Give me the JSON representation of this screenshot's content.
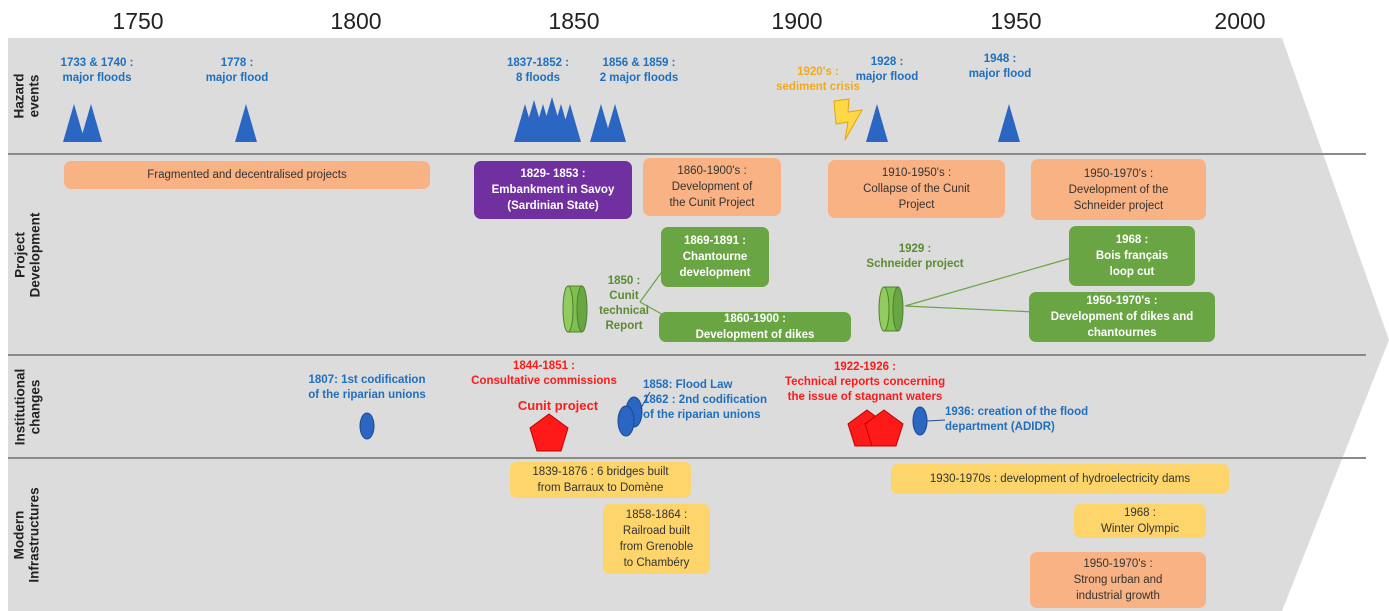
{
  "years": [
    "1750",
    "1800",
    "1850",
    "1900",
    "1950",
    "2000"
  ],
  "lanes": {
    "hazard": "Hazard\nevents",
    "project": "Project\nDevelopment",
    "institutional": "Institutional\nchanges",
    "infrastructure": "Modern\nInfrastructures"
  },
  "hazard_events": {
    "h1733": "1733 & 1740 :\nmajor floods",
    "h1778": "1778 :\nmajor flood",
    "h1837": "1837-1852 :\n8 floods",
    "h1856": "1856 & 1859 :\n2 major floods",
    "h1920": "1920's :\nsediment crisis",
    "h1928": "1928 :\nmajor flood",
    "h1948": "1948 :\nmajor flood"
  },
  "projects": {
    "fragmented": "Fragmented  and decentralised projects",
    "embankment": "1829- 1853 :\nEmbankment in Savoy\n(Sardinian State)",
    "cunit_dev": "1860-1900's :\nDevelopment of\nthe Cunit Project",
    "collapse": "1910-1950's :\nCollapse of the Cunit\nProject",
    "schneider_dev": "1950-1970's :\nDevelopment of the\nSchneider project",
    "chantourne": "1869-1891 :\nChantourne\ndevelopment",
    "cunit_report": "1850 :\nCunit\ntechnical\nReport",
    "dikes": "1860-1900 :\nDevelopment of dikes",
    "schneider_1929": "1929 :\nSchneider project",
    "bois": "1968 :\nBois français\nloop cut",
    "dikes_chant": "1950-1970's :\nDevelopment of dikes and\nchantournes"
  },
  "institutional": {
    "i1807": "1807:  1st codification\nof the riparian unions",
    "i1844": "1844-1851 :\nConsultative commissions",
    "i1844b": "Cunit project",
    "i1858": "1858:  Flood Law\n1862 : 2nd codification\nof the riparian unions",
    "i1922": "1922-1926 :\nTechnical reports concerning\nthe issue of stagnant waters",
    "i1936": "1936: creation of the flood\ndepartment (ADIDR)"
  },
  "infrastructure": {
    "bridges": "1839-1876 : 6 bridges built\nfrom Barraux to Domène",
    "railroad": "1858-1864 :\nRailroad built\nfrom Grenoble\nto Chambéry",
    "hydro": "1930-1970s : development of hydroelectricity dams",
    "olympic": "1968 :\nWinter Olympic",
    "urban": "1950-1970's :\nStrong urban and\nindustrial growth"
  },
  "colors": {
    "hazard": "#2a66c2",
    "hazard_text": "#1f6fbf",
    "sediment": "#f2a91a",
    "institutional_red": "#ff1a1a",
    "orange_box": "#f9b283",
    "purple_box": "#7030a0",
    "green_box": "#6aa543",
    "yellow_box": "#fdd56b",
    "arrow_bg": "#dcdcdc"
  }
}
